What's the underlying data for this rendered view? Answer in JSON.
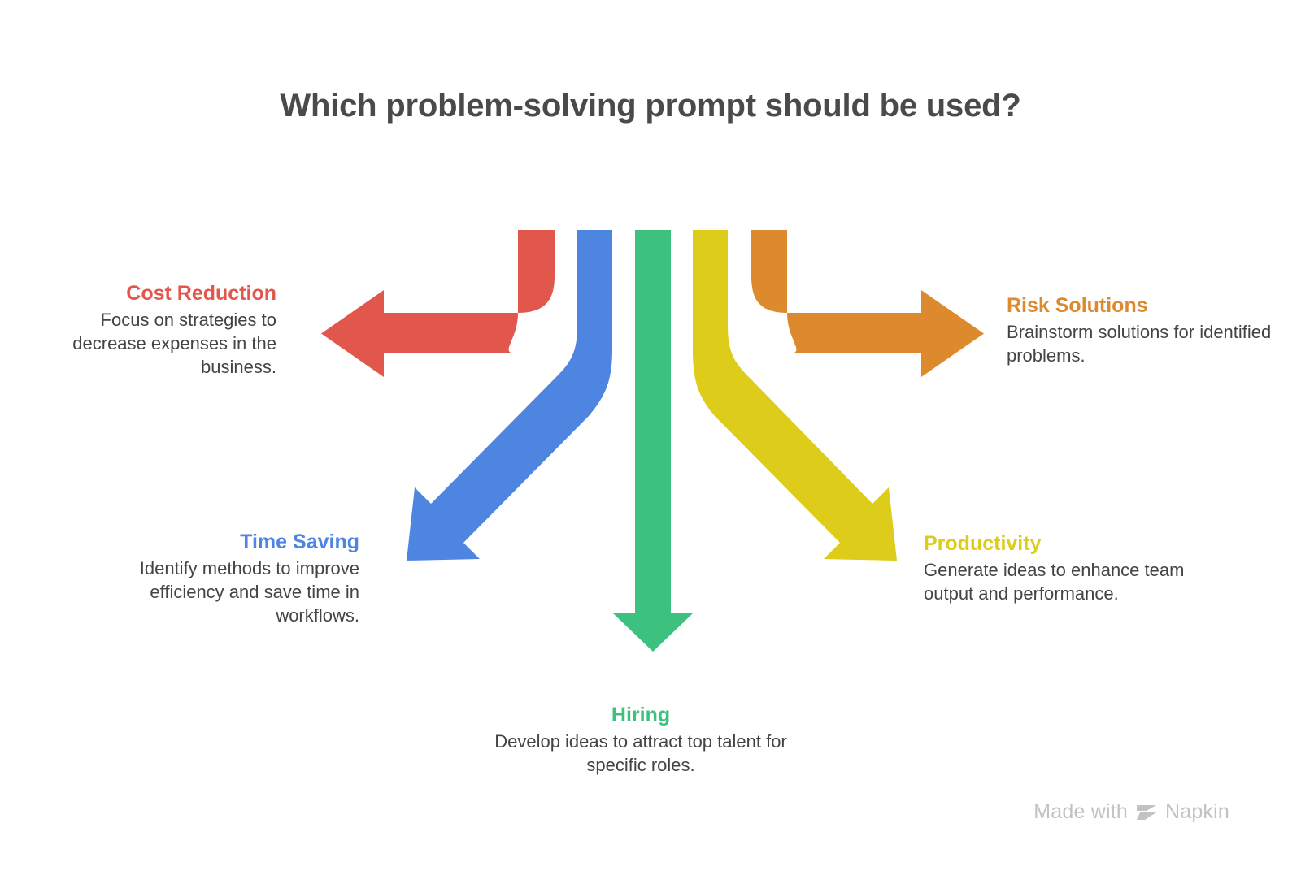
{
  "title": "Which problem-solving prompt should be used?",
  "colors": {
    "red": "#E2574C",
    "blue": "#4E85E0",
    "green": "#3CC17F",
    "yellow": "#DECC1A",
    "orange": "#DD8A2E",
    "title_text": "#4a4a4a",
    "body_text": "#444444",
    "footer_text": "#c2c2c2",
    "background": "#ffffff"
  },
  "branches": [
    {
      "id": "cost-reduction",
      "label": "Cost Reduction",
      "description": "Focus on strategies to decrease expenses in the business.",
      "color": "#E2574C",
      "direction": "left"
    },
    {
      "id": "time-saving",
      "label": "Time Saving",
      "description": "Identify methods to improve efficiency and save time in workflows.",
      "color": "#4E85E0",
      "direction": "down-left"
    },
    {
      "id": "hiring",
      "label": "Hiring",
      "description": "Develop ideas to attract top talent for specific roles.",
      "color": "#3CC17F",
      "direction": "down"
    },
    {
      "id": "productivity",
      "label": "Productivity",
      "description": "Generate ideas to enhance team output and performance.",
      "color": "#DECC1A",
      "direction": "down-right"
    },
    {
      "id": "risk-solutions",
      "label": "Risk Solutions",
      "description": "Brainstorm solutions for identified problems.",
      "color": "#DD8A2E",
      "direction": "right"
    }
  ],
  "footer": {
    "made_with": "Made with",
    "brand": "Napkin"
  }
}
